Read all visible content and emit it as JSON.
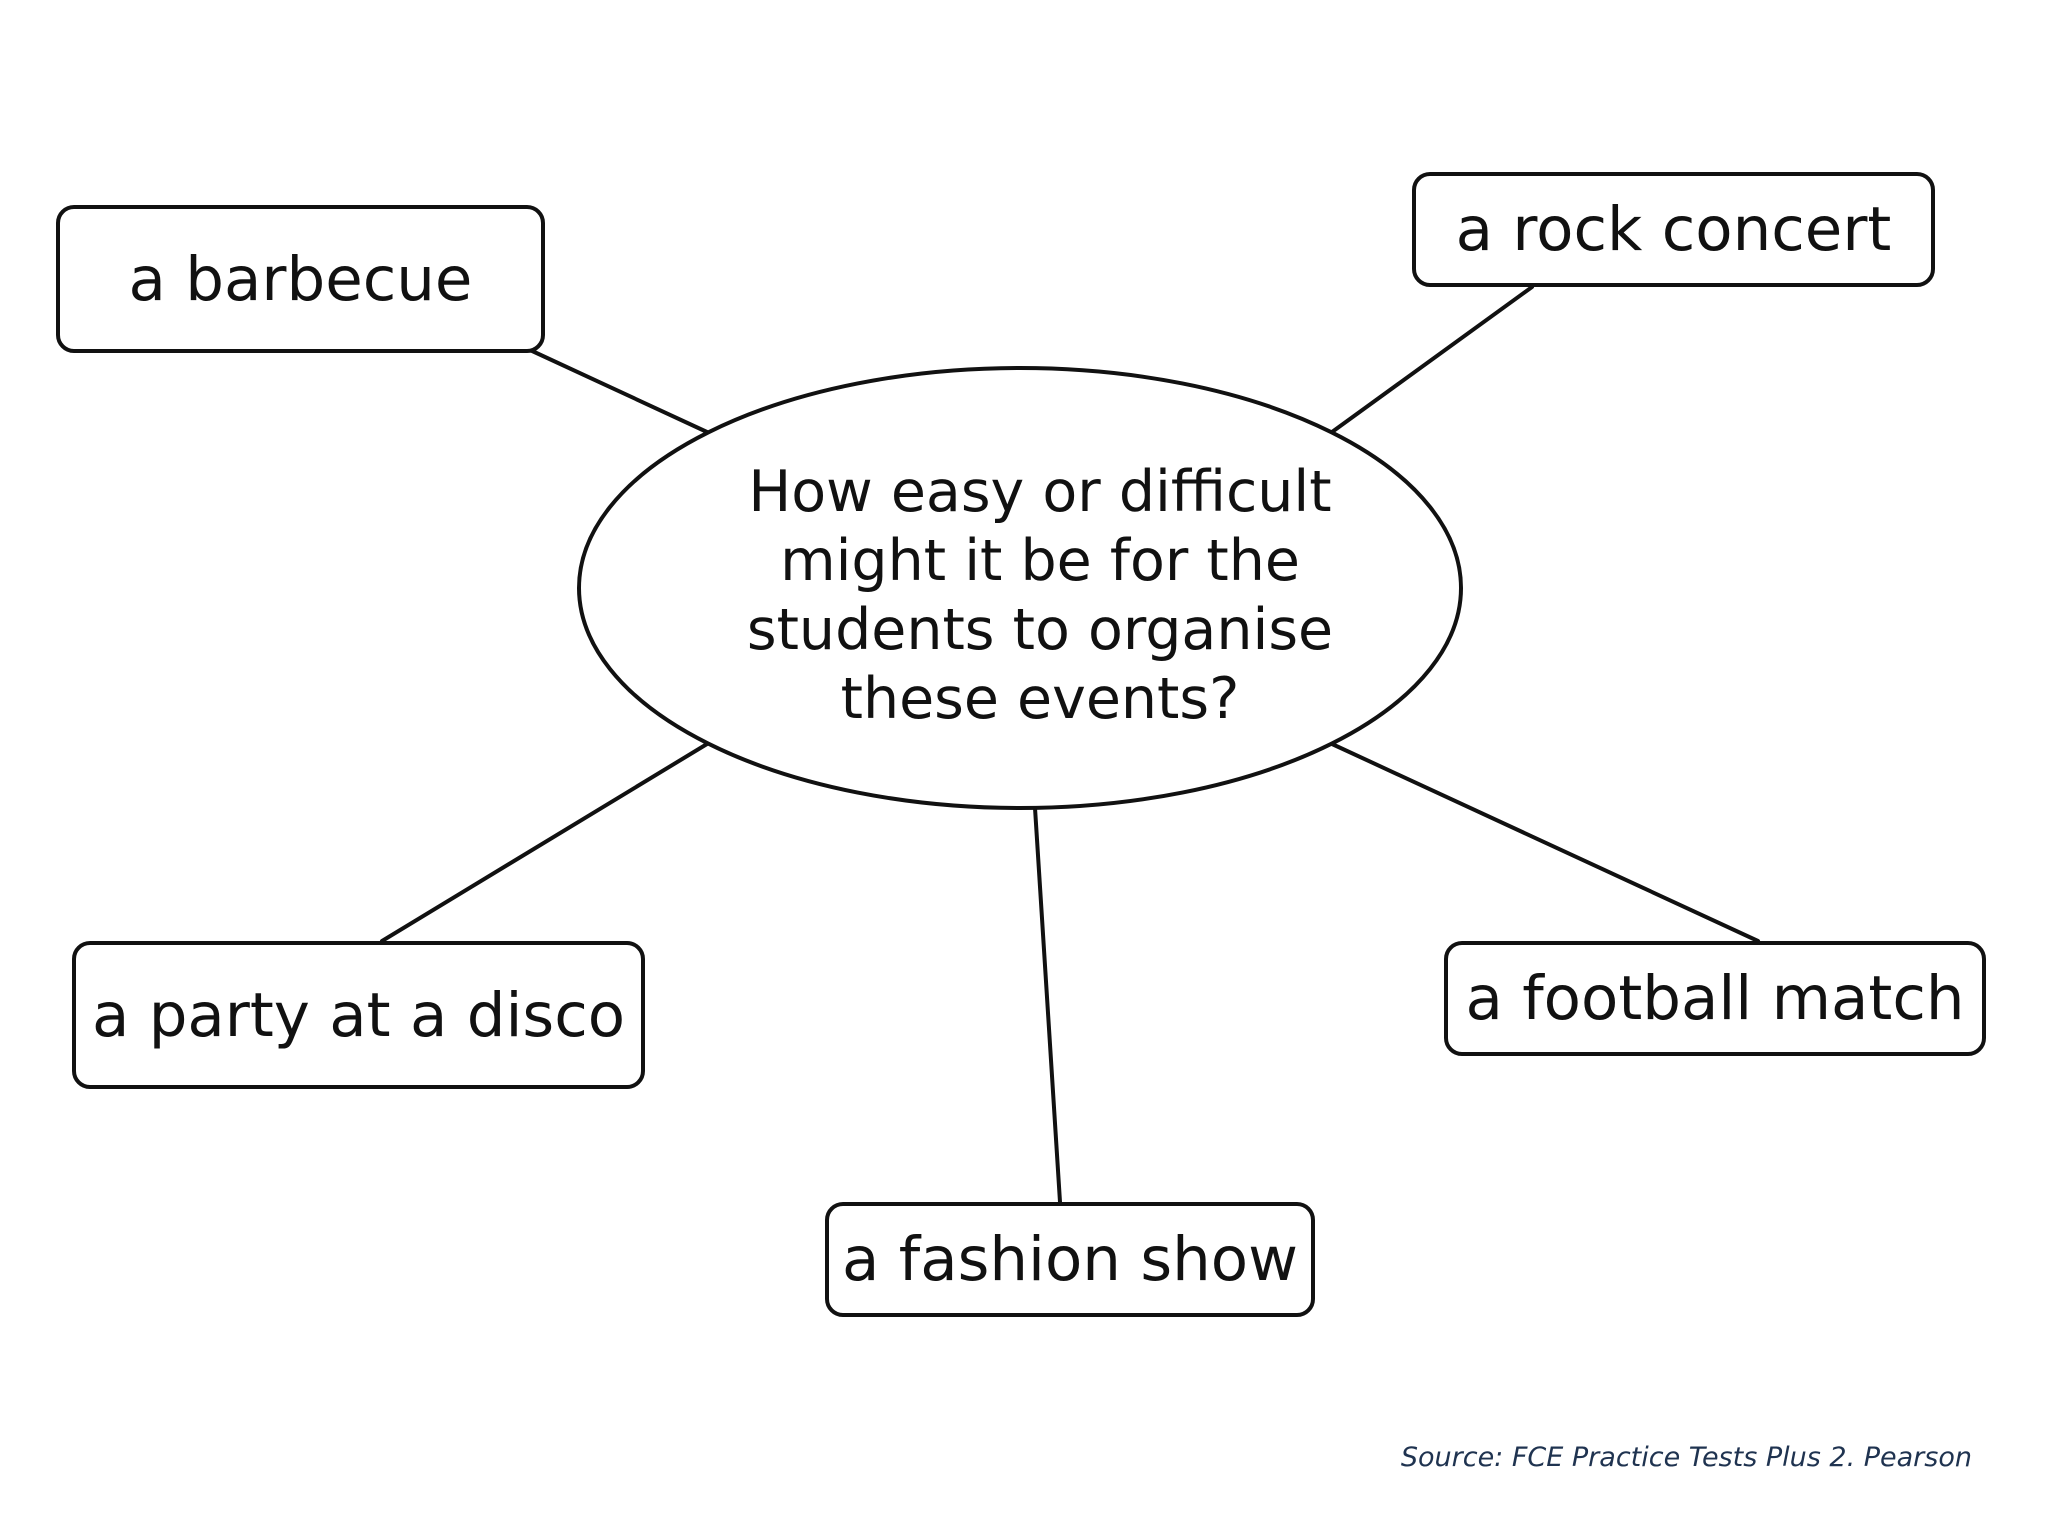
{
  "diagram": {
    "center": {
      "lines": [
        "How easy or difficult",
        "might it be for the",
        "students to organise",
        "these events?"
      ]
    },
    "options": {
      "barbecue": "a barbecue",
      "rock_concert": "a rock concert",
      "party_disco": "a party at a disco",
      "football_match": "a football match",
      "fashion_show": "a fashion show"
    },
    "source": "Source: FCE Practice Tests Plus 2. Pearson"
  }
}
